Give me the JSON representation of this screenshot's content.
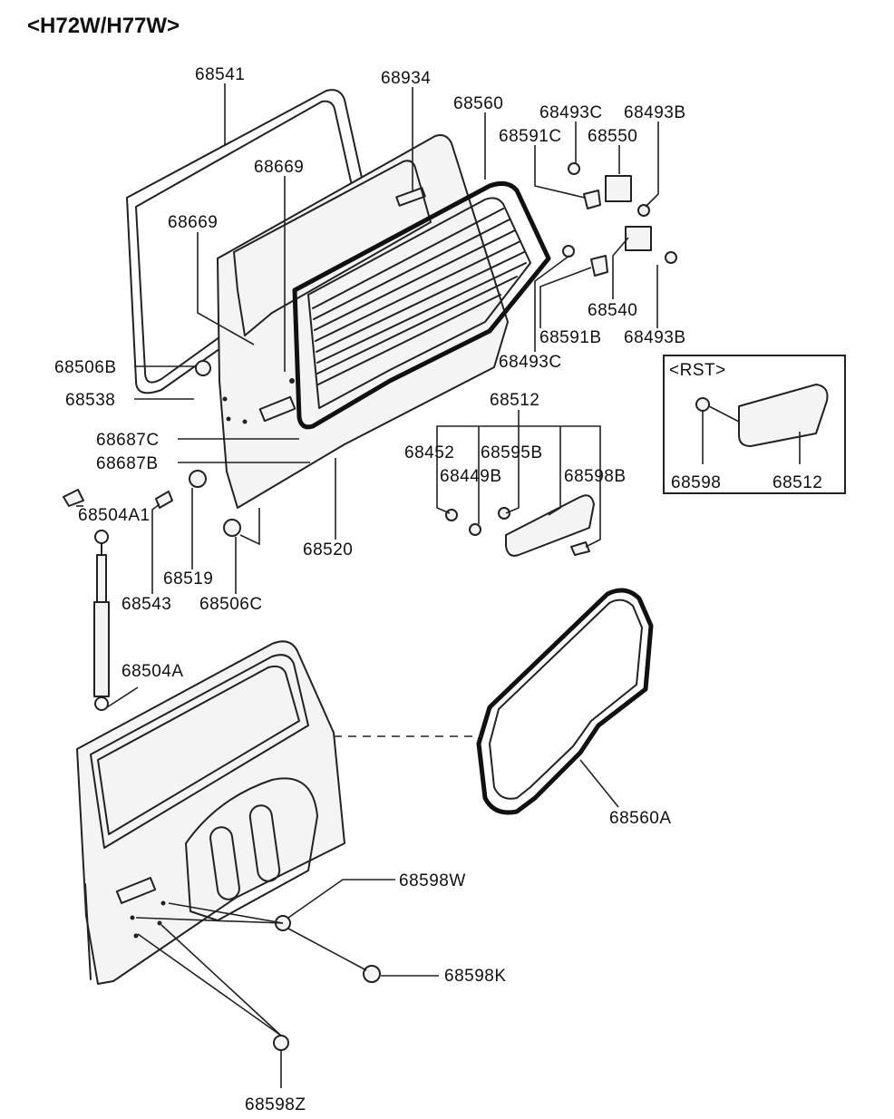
{
  "title": "<H72W/H77W>",
  "inset": {
    "title": "<RST>"
  },
  "labels": {
    "p68541": "68541",
    "p68934": "68934",
    "p68560": "68560",
    "p68493C_top": "68493C",
    "p68493B_top": "68493B",
    "p68591C": "68591C",
    "p68550": "68550",
    "p68669_a": "68669",
    "p68669_b": "68669",
    "p68540": "68540",
    "p68591B": "68591B",
    "p68493B_bot": "68493B",
    "p68493C_bot": "68493C",
    "p68506B": "68506B",
    "p68538": "68538",
    "p68687C": "68687C",
    "p68687B": "68687B",
    "p68512": "68512",
    "p68452": "68452",
    "p68595B": "68595B",
    "p68449B": "68449B",
    "p68598B": "68598B",
    "p68504A1": "68504A1",
    "p68520": "68520",
    "p68519": "68519",
    "p68543": "68543",
    "p68506C": "68506C",
    "p68504A": "68504A",
    "p68560A": "68560A",
    "p68598W": "68598W",
    "p68598K": "68598K",
    "p68598Z": "68598Z",
    "inset_68598": "68598",
    "inset_68512": "68512"
  }
}
